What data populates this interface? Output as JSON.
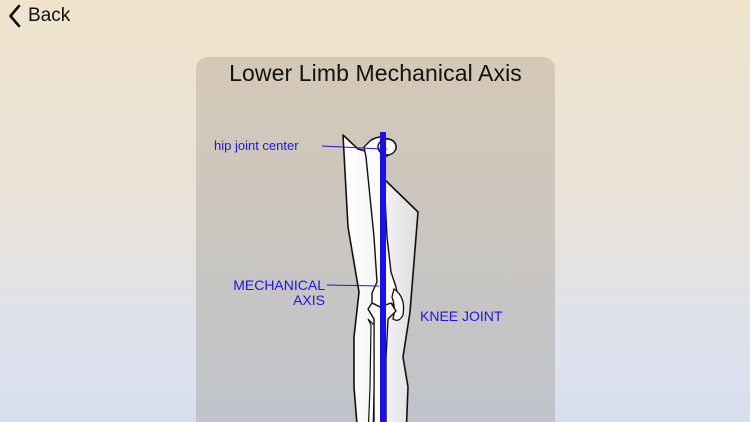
{
  "nav": {
    "back_label": "Back",
    "back_icon": "chevron-left-icon"
  },
  "card": {
    "title": "Lower Limb Mechanical Axis",
    "labels": {
      "hip": "hip joint center",
      "mechanical_axis_line1": "MECHANICAL",
      "mechanical_axis_line2": "AXIS",
      "knee": "KNEE JOINT"
    },
    "colors": {
      "axis_line": "#1a0ff0",
      "label_text": "#1d16e0",
      "leg_fill": "#f7f7f7",
      "outline": "#111111"
    }
  }
}
